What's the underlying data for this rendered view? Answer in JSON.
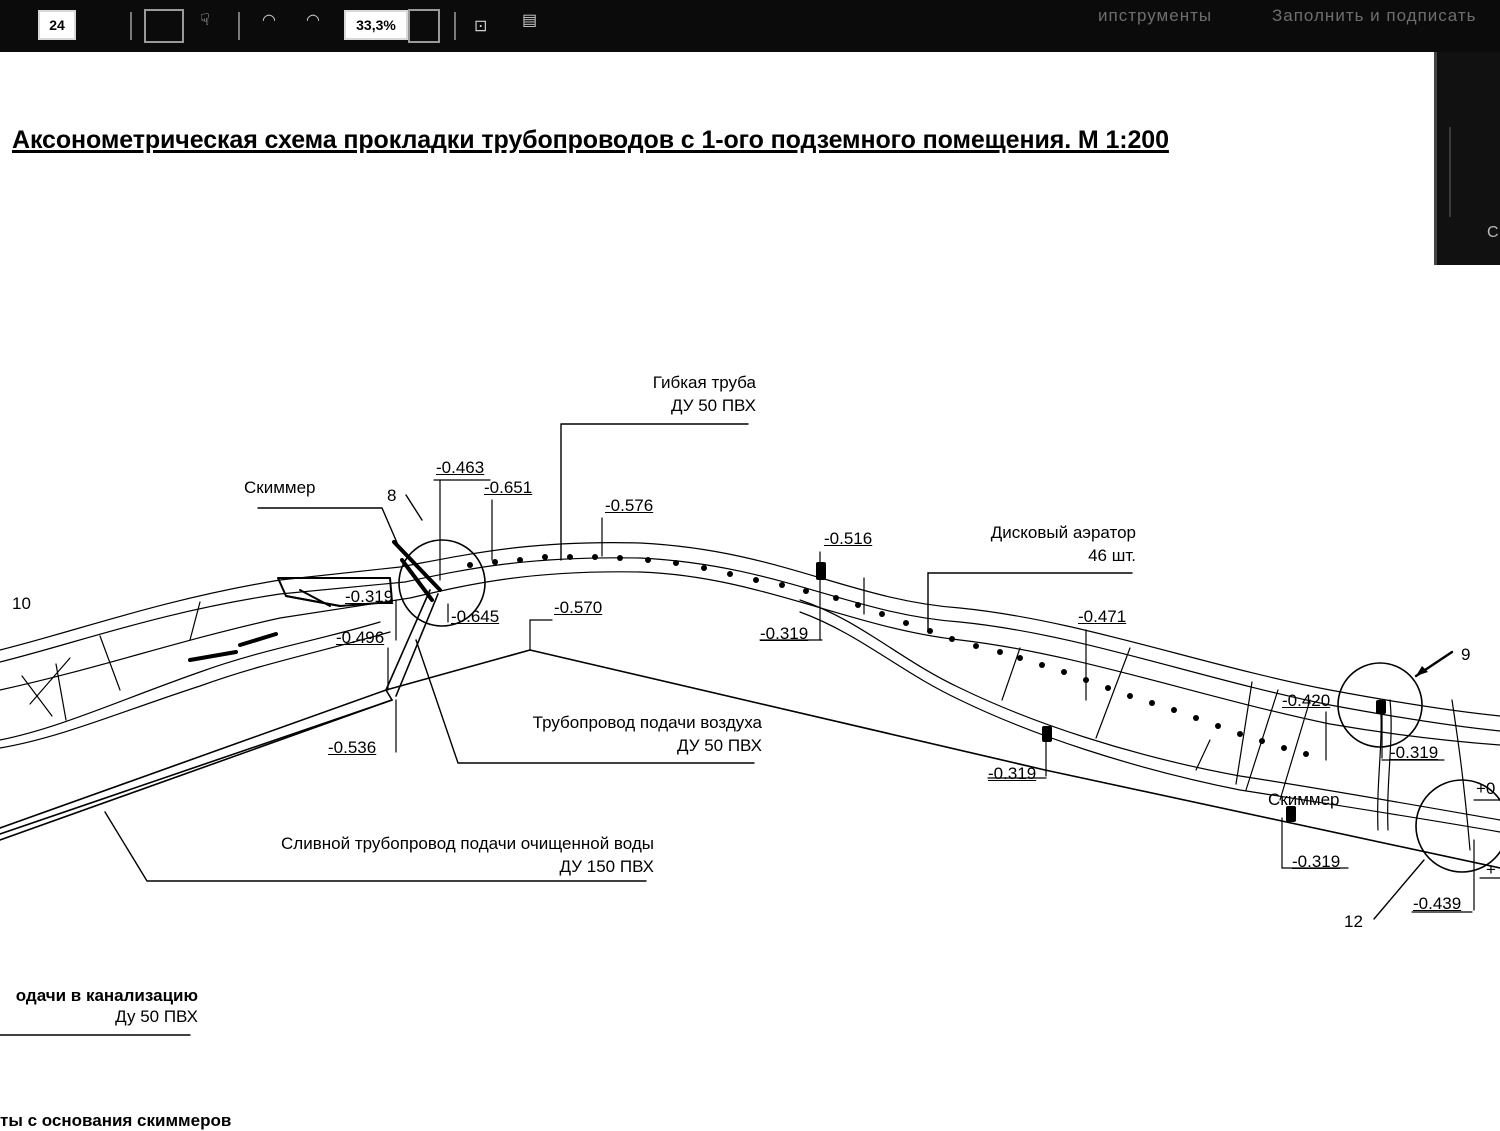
{
  "toolbar": {
    "page_number": "24",
    "zoom": "33,3%",
    "right_text_1": "ипструменты",
    "right_text_2": "Заполнить и подписать"
  },
  "side_panel": {
    "letter": "С"
  },
  "drawing": {
    "title": "Аксонометрическая схема прокладки трубопроводов с 1-ого подземного помещения. М 1:200",
    "labels": {
      "flex_pipe_l1": "Гибкая труба",
      "flex_pipe_l2": "ДУ 50 ПВХ",
      "skimmer_left": "Скиммер",
      "skimmer_right": "Скиммер",
      "aerator_l1": "Дисковый аэратор",
      "aerator_l2": "46 шт.",
      "air_pipe_l1": "Трубопровод подачи воздуха",
      "air_pipe_l2": "ДУ 50 ПВХ",
      "drain_pipe_l1": "Сливной трубопровод подачи очищенной воды",
      "drain_pipe_l2": "ДУ 150 ПВХ",
      "sewer_l1": "одачи в канализацию",
      "sewer_l2": "Ду 50 ПВХ",
      "bottom_cut": "ты с основания скиммеров"
    },
    "node_numbers": {
      "n8": "8",
      "n9": "9",
      "n10": "10",
      "n12": "12"
    },
    "elevations": {
      "e_0463": "-0.463",
      "e_0651": "-0.651",
      "e_0576": "-0.576",
      "e_0319_a": "-0.319",
      "e_0645": "-0.645",
      "e_0570": "-0.570",
      "e_0496": "-0.496",
      "e_0536": "-0.536",
      "e_0516": "-0.516",
      "e_0319_b": "-0.319",
      "e_0471": "-0.471",
      "e_0319_c": "-0.319",
      "e_0420": "-0.420",
      "e_0319_d": "-0.319",
      "e_0319_e": "-0.319",
      "e_0439": "-0.439",
      "e_plus0": "+0",
      "e_plus": "+"
    }
  }
}
